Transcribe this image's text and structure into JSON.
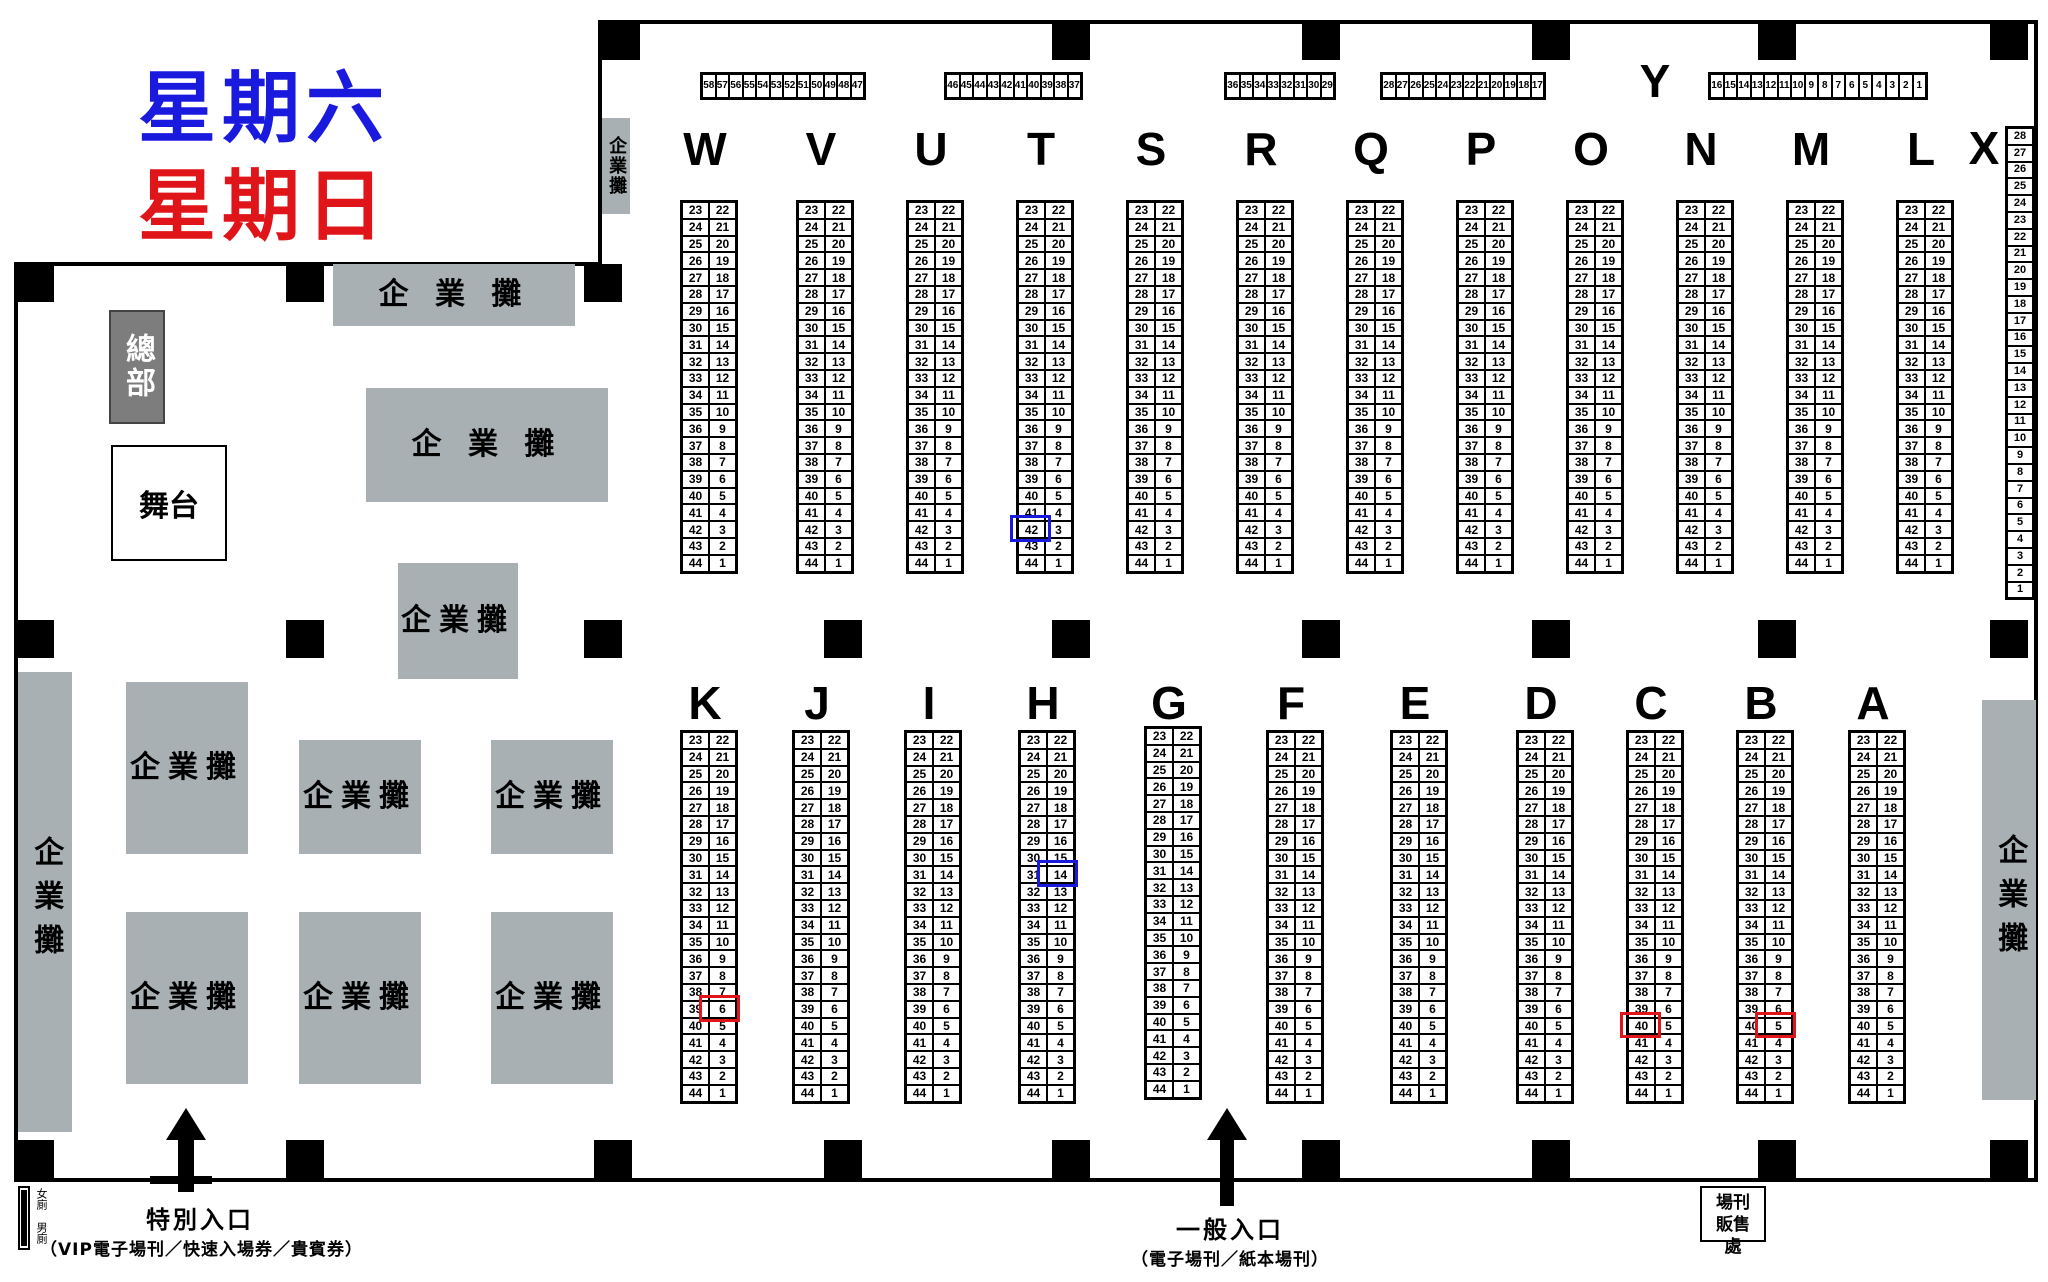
{
  "map": {
    "days": {
      "saturday": "星期六",
      "sunday": "星期日"
    },
    "colors": {
      "saturday": "#1a1adf",
      "sunday": "#e0151a",
      "corporate": "#a8b0b3",
      "hq": "#7d7d7d"
    },
    "areas": {
      "corporate_label": "企業攤",
      "corporate_label_spaced": "企 業 攤",
      "headquarters": "總部",
      "stage": "舞台"
    },
    "top_rows": [
      "W",
      "V",
      "U",
      "T",
      "S",
      "R",
      "Q",
      "P",
      "O",
      "N",
      "M",
      "L"
    ],
    "bottom_rows": [
      "K",
      "J",
      "I",
      "H",
      "G",
      "F",
      "E",
      "D",
      "C",
      "B",
      "A"
    ],
    "row_x_label": "X",
    "row_y_label": "Y",
    "booth_pairs": [
      [
        "23",
        "22"
      ],
      [
        "24",
        "21"
      ],
      [
        "25",
        "20"
      ],
      [
        "26",
        "19"
      ],
      [
        "27",
        "18"
      ],
      [
        "28",
        "17"
      ],
      [
        "29",
        "16"
      ],
      [
        "30",
        "15"
      ],
      [
        "31",
        "14"
      ],
      [
        "32",
        "13"
      ],
      [
        "33",
        "12"
      ],
      [
        "34",
        "11"
      ],
      [
        "35",
        "10"
      ],
      [
        "36",
        "9"
      ],
      [
        "37",
        "8"
      ],
      [
        "38",
        "7"
      ],
      [
        "39",
        "6"
      ],
      [
        "40",
        "5"
      ],
      [
        "41",
        "4"
      ],
      [
        "42",
        "3"
      ],
      [
        "43",
        "2"
      ],
      [
        "44",
        "1"
      ]
    ],
    "y_strips": [
      [
        "58",
        "57",
        "56",
        "55",
        "54",
        "53",
        "52",
        "51",
        "50",
        "49",
        "48",
        "47"
      ],
      [
        "46",
        "45",
        "44",
        "43",
        "42",
        "41",
        "40",
        "39",
        "38",
        "37"
      ],
      [
        "36",
        "35",
        "34",
        "33",
        "32",
        "31",
        "30",
        "29"
      ],
      [
        "28",
        "27",
        "26",
        "25",
        "24",
        "23",
        "22",
        "21",
        "20",
        "19",
        "18",
        "17"
      ],
      [
        "16",
        "15",
        "14",
        "13",
        "12",
        "11",
        "10",
        "9",
        "8",
        "7",
        "6",
        "5",
        "4",
        "3",
        "2",
        "1"
      ]
    ],
    "x_strip": [
      "28",
      "27",
      "26",
      "25",
      "24",
      "23",
      "22",
      "21",
      "20",
      "19",
      "18",
      "17",
      "16",
      "15",
      "14",
      "13",
      "12",
      "11",
      "10",
      "9",
      "8",
      "7",
      "6",
      "5",
      "4",
      "3",
      "2",
      "1"
    ],
    "highlights": {
      "saturday": [
        "T-42",
        "H-14"
      ],
      "sunday": [
        "K-6",
        "C-40",
        "B-5"
      ]
    },
    "entrances": {
      "special": {
        "title": "特別入口",
        "subtitle": "（VIP電子場刊／快速入場券／貴賓券）"
      },
      "general": {
        "title": "一般入口",
        "subtitle": "（電子場刊／紙本場刊）"
      }
    },
    "toilets": {
      "female": "女廁",
      "male": "男廁"
    },
    "program_sales": "場刊販售處"
  }
}
